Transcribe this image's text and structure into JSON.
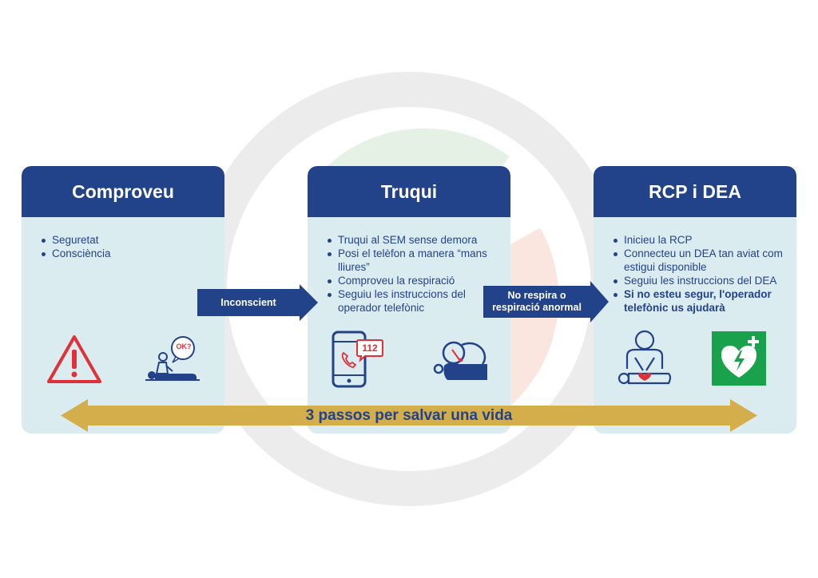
{
  "steps": [
    {
      "title": "Comproveu",
      "items": [
        {
          "text": "Seguretat",
          "bold": false
        },
        {
          "text": "Consciència",
          "bold": false
        }
      ]
    },
    {
      "title": "Truqui",
      "items": [
        {
          "text": "Truqui al SEM sense demora",
          "bold": false
        },
        {
          "text": "Posi el telèfon a manera “mans lliures”",
          "bold": false
        },
        {
          "text": "Comproveu la respiració",
          "bold": false
        },
        {
          "text": "Seguiu les instruccions del operador telefònic",
          "bold": false
        }
      ]
    },
    {
      "title": "RCP i DEA",
      "items": [
        {
          "text": "Inicieu la RCP",
          "bold": false
        },
        {
          "text": "Connecteu un DEA tan aviat com estigui disponible",
          "bold": false
        },
        {
          "text": "Seguiu les instruccions del DEA",
          "bold": false
        },
        {
          "text": "Si no esteu segur, l'operador telefònic us ajudarà",
          "bold": true
        }
      ]
    }
  ],
  "transitions": {
    "first": "Inconscient",
    "second_line1": "No respira o",
    "second_line2": "respiració anormal"
  },
  "icons": {
    "ok_bubble": "OK?",
    "phone_number": "112",
    "names": [
      "warning-triangle-icon",
      "check-consciousness-icon",
      "phone-call-icon",
      "check-breathing-icon",
      "cpr-icon",
      "aed-icon"
    ]
  },
  "footer": {
    "label": "3 passos per salvar una vida"
  },
  "colors": {
    "navy": "#22428a",
    "card_bg": "#dbecf1",
    "gold": "#d4ae4a",
    "red": "#e03038",
    "aed_green": "#1aa14b"
  }
}
